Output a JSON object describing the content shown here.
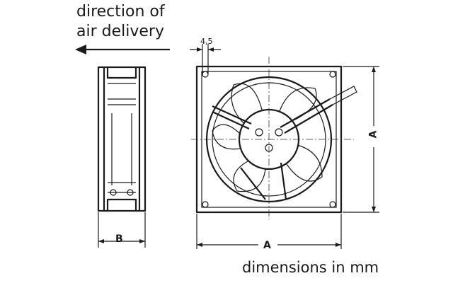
{
  "labels": {
    "title_line1": "direction of",
    "title_line2": "air delivery",
    "footer": "dimensions in mm",
    "dim_b": "B",
    "dim_a_bottom": "A",
    "dim_a_right": "A",
    "dim_hole": "4,5"
  },
  "icons": {
    "air_direction": "arrow-left-icon",
    "side_view": "fan-side-view-icon",
    "front_view": "fan-front-view-icon",
    "rotor": "fan-rotor-icon"
  },
  "colors": {
    "line": "#1a1a1a",
    "background": "#ffffff"
  }
}
